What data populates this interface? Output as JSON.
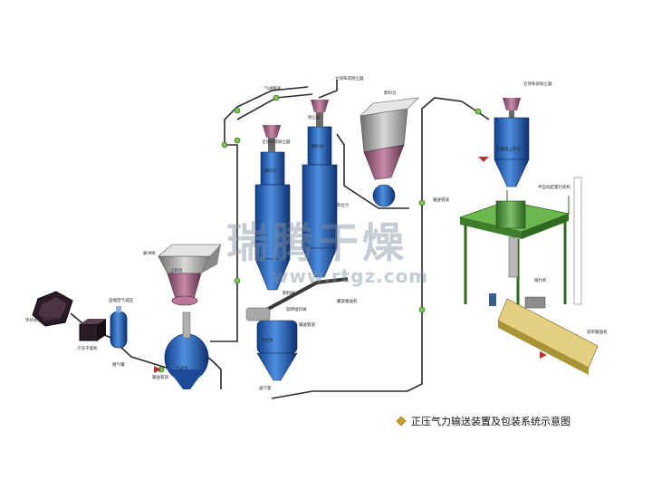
{
  "caption": "正压气力输送装置及包装系统示意图",
  "watermark": {
    "brand": "瑞腾干燥",
    "url": "www.rtgz.com"
  },
  "labels": {
    "roots_blower": "罗杆式空气压缩机",
    "cold_dryer": "冷冻干燥机",
    "air_tank": "储气罐",
    "pressure_reducer": "压缩空气减压",
    "pulse_valve": "脉冲阀",
    "send_tank": "仓式泵",
    "feeder": "上料仓",
    "air_line_top": "气动输送",
    "pulse_filter_1": "仓顶布袋除尘器",
    "pulse_filter_2": "仓顶布袋除尘器",
    "feed_dust": "除尘器",
    "storage_silo_1": "储料仓",
    "storage_silo_2": "储料仓",
    "level_meter": "料位计",
    "discharge_valve": "卸料阀",
    "screw_conveyor": "螺旋输送机",
    "rotary_valve": "旋转给料阀",
    "send_tank_2": "仓式泵",
    "transfer_pipe": "输送管道",
    "air_pipe_1": "送气管",
    "hopper_right": "卸料仓",
    "packing_filter": "仓顶布袋除尘器",
    "packing_bin": "包装机上料仓",
    "packer": "半自动定量包装机",
    "sewing": "缝包机",
    "belt": "皮带输送机",
    "conveyor_belt": "输送机",
    "pipe_label": "输送管道"
  }
}
